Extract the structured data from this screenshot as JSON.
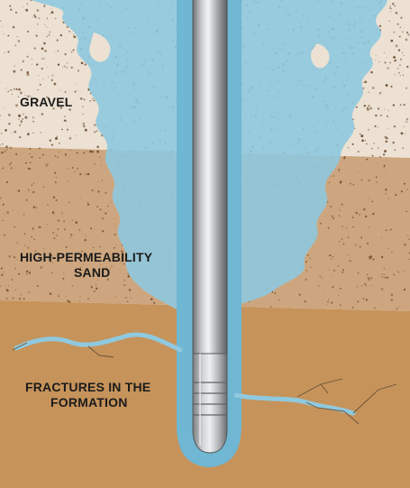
{
  "labels": {
    "gravel": "GRAVEL",
    "sand_line1": "HIGH-PERMEABILITY",
    "sand_line2": "SAND",
    "fractures_line1": "FRACTURES IN THE",
    "fractures_line2": "FORMATION"
  },
  "colors": {
    "gravel": "#ece1d3",
    "sand": "#cda67f",
    "formation": "#c6935b",
    "water": "#8fc9df",
    "water_edge": "#6fb7d3",
    "pipe_mid": "#d9dadb",
    "pipe_dark": "#7c7f82",
    "speckle": "#6b4a2e"
  },
  "icons": {
    "well_pipe": "well-casing-icon",
    "pump": "pump-tip-icon"
  }
}
